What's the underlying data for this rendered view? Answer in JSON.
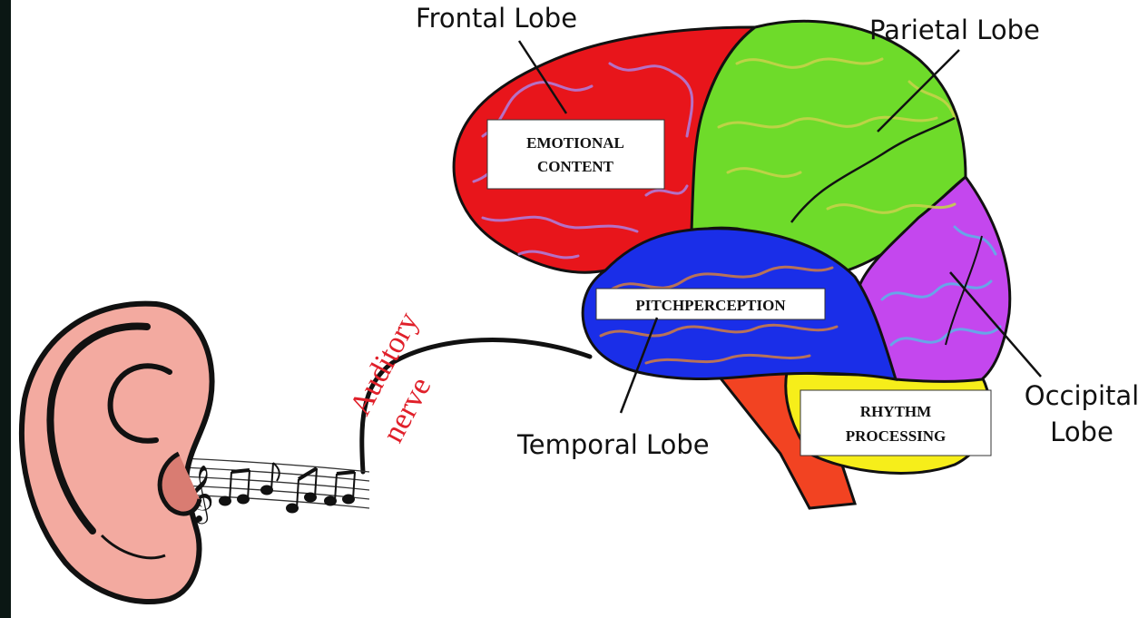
{
  "labels": {
    "frontal": "Frontal Lobe",
    "parietal": "Parietal Lobe",
    "occipital_line1": "Occipital",
    "occipital_line2": "Lobe",
    "temporal": "Temporal Lobe",
    "auditory_line1": "Auditory",
    "auditory_line2": "nerve"
  },
  "boxes": {
    "emotional_line1": "EMOTIONAL",
    "emotional_line2": "CONTENT",
    "pitch": "PITCHPERCEPTION",
    "rhythm_line1": "RHYTHM",
    "rhythm_line2": "PROCESSING"
  },
  "colors": {
    "frontal": "#e8151b",
    "parietal": "#6edb2a",
    "occipital": "#c447ee",
    "temporal": "#1a2ee8",
    "cerebellum": "#f6ee1a",
    "brainstem": "#f24322",
    "ear": "#f3aaa0",
    "nerve_text": "#e0202a"
  }
}
